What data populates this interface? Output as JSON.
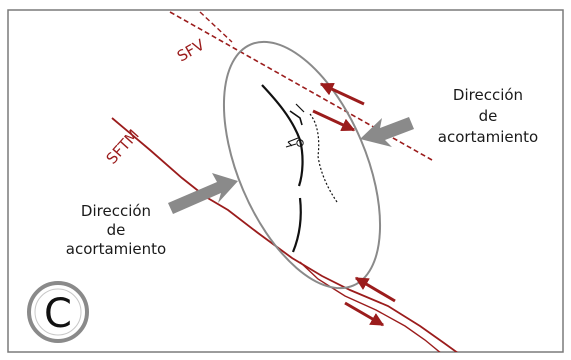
{
  "faults": {
    "sfv_label": "SFV",
    "sftm_label": "SFTM"
  },
  "annotations": {
    "right_line1": "Dirección",
    "right_line2": "de",
    "right_line3": "acortamiento",
    "left_line1": "Dirección",
    "left_line2": "de",
    "left_line3": "acortamiento"
  },
  "panel": {
    "letter": "C"
  },
  "colors": {
    "fault": "#9b1c1c",
    "arrow": "#8a8a8a",
    "ellipse": "#8a8a8a",
    "frame": "#7a7a7a"
  }
}
